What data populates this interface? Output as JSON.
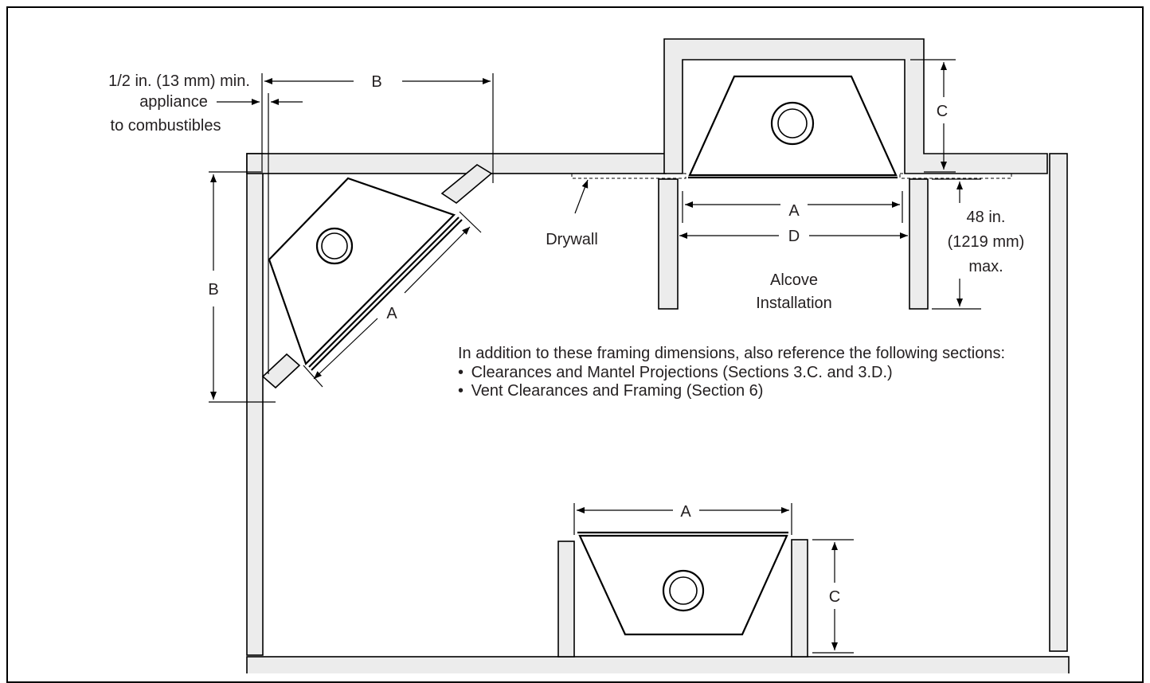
{
  "labels": {
    "clearance_line1": "1/2 in. (13 mm) min.",
    "clearance_line2": "appliance",
    "clearance_line3": "to combustibles",
    "dim_a": "A",
    "dim_b": "B",
    "dim_c": "C",
    "dim_d": "D",
    "drywall": "Drywall",
    "max_line1": "48 in.",
    "max_line2": "(1219 mm)",
    "max_line3": "max.",
    "alcove_line1": "Alcove",
    "alcove_line2": "Installation"
  },
  "note": {
    "intro": "In addition to these framing dimensions, also reference the following sections:",
    "items": [
      "Clearances and Mantel Projections (Sections 3.C. and 3.D.)",
      "Vent Clearances and Framing (Section 6)"
    ]
  },
  "colors": {
    "wall_fill": "#ececec",
    "line": "#000000",
    "text": "#231f20"
  }
}
